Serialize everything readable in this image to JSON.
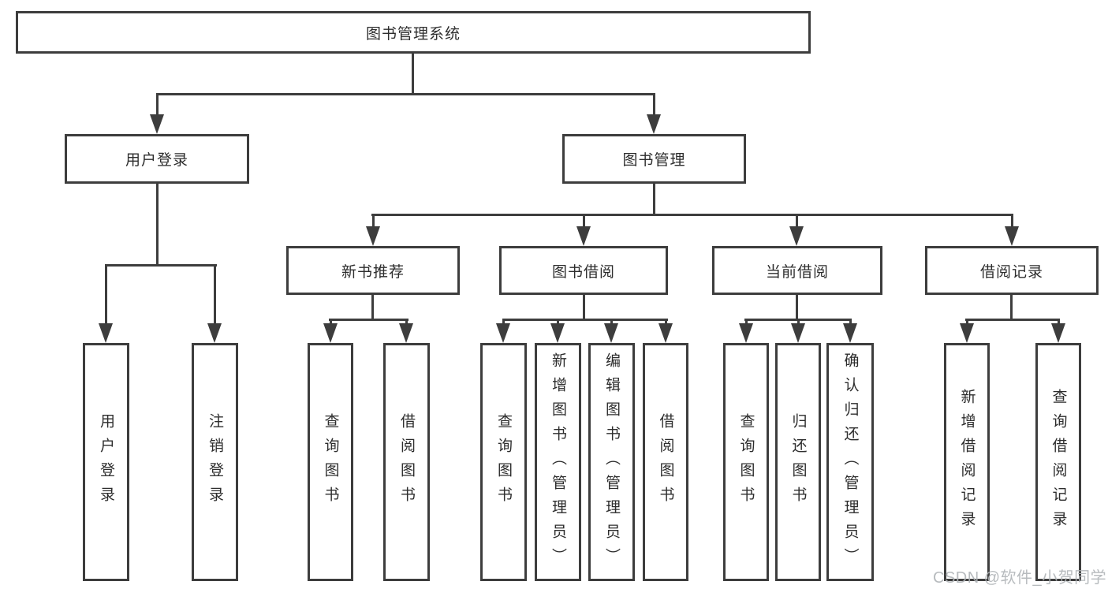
{
  "colors": {
    "line": "#3d3d3d",
    "box_background": "#ffffff",
    "text": "#2d2d2d",
    "watermark": "#b0b4b7"
  },
  "tree": {
    "label": "图书管理系统",
    "children": [
      {
        "label": "用户登录",
        "children": [
          {
            "label": "用户登录"
          },
          {
            "label": "注销登录"
          }
        ]
      },
      {
        "label": "图书管理",
        "children": [
          {
            "label": "新书推荐",
            "children": [
              {
                "label": "查询图书"
              },
              {
                "label": "借阅图书"
              }
            ]
          },
          {
            "label": "图书借阅",
            "children": [
              {
                "label": "查询图书"
              },
              {
                "label": "新增图书（管理员）"
              },
              {
                "label": "编辑图书（管理员）"
              },
              {
                "label": "借阅图书"
              }
            ]
          },
          {
            "label": "当前借阅",
            "children": [
              {
                "label": "查询图书"
              },
              {
                "label": "归还图书"
              },
              {
                "label": "确认归还（管理员）"
              }
            ]
          },
          {
            "label": "借阅记录",
            "children": [
              {
                "label": "新增借阅记录"
              },
              {
                "label": "查询借阅记录"
              }
            ]
          }
        ]
      }
    ]
  },
  "watermark": {
    "text": "CSDN @软件_小贺同学"
  }
}
